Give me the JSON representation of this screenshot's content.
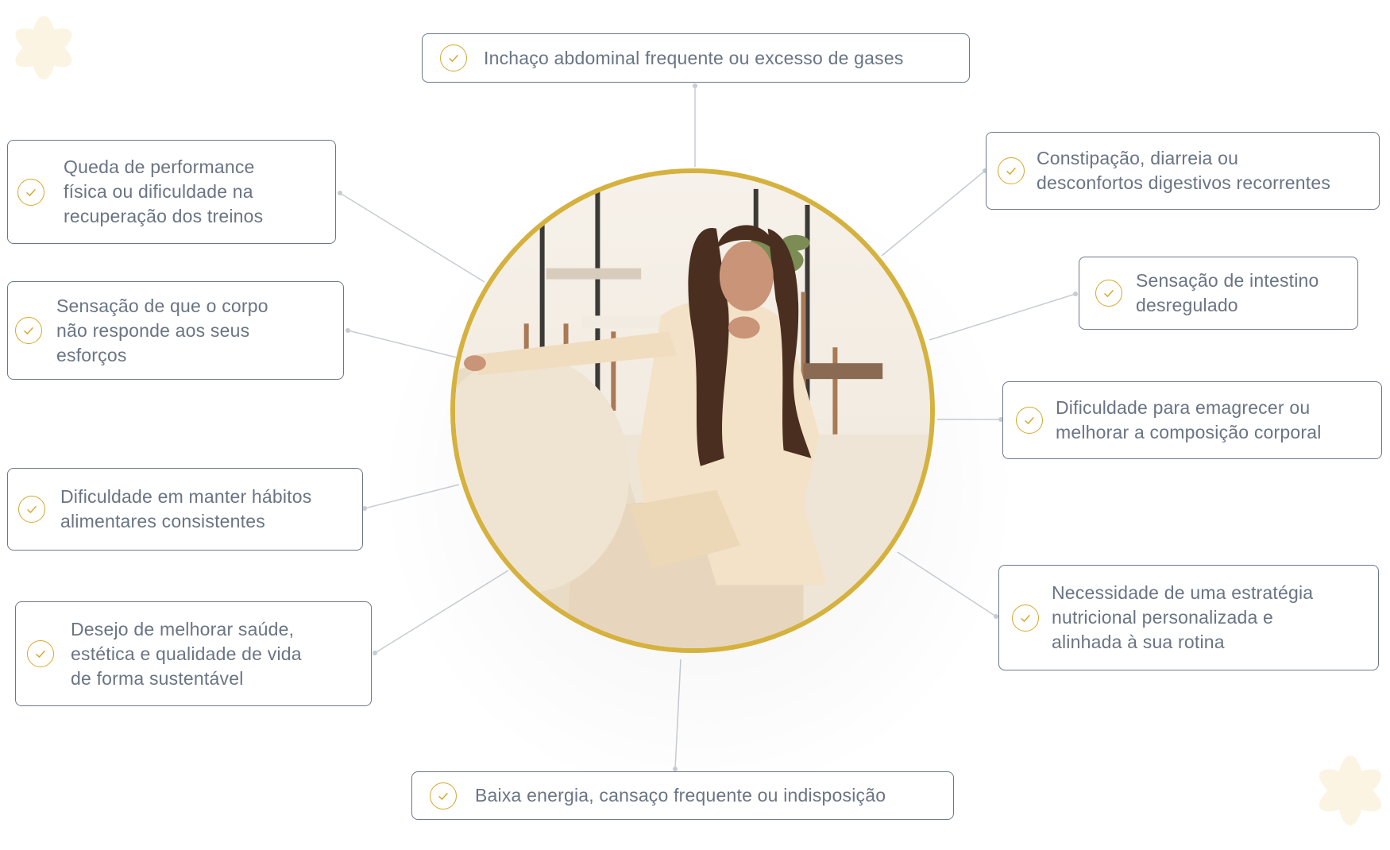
{
  "items": [
    {
      "text": "Inchaço abdominal frequente ou excesso de gases"
    },
    {
      "text": "Queda de performance\nfísica ou dificuldade na\nrecuperação dos treinos"
    },
    {
      "text": "Sensação de que o corpo\nnão responde aos seus\nesforços"
    },
    {
      "text": "Dificuldade em manter hábitos\nalimentares consistentes"
    },
    {
      "text": "Desejo de melhorar saúde,\nestética e qualidade de vida\nde forma sustentável"
    },
    {
      "text": "Baixa energia, cansaço frequente ou indisposição"
    },
    {
      "text": "Constipação, diarreia ou\ndesconfortos digestivos recorrentes"
    },
    {
      "text": "Sensação de intestino\ndesregulado"
    },
    {
      "text": "Dificuldade para emagrecer ou\nmelhorar a composição corporal"
    },
    {
      "text": "Necessidade de uma estratégia\nnutricional personalizada e\nalinhada à sua rotina"
    }
  ],
  "colors": {
    "accent_gold": "#d5b13e",
    "check_gold": "#d5a72b",
    "card_border": "#6b7888",
    "text": "#6a7483",
    "connector": "#c7ccd2"
  },
  "icons": {
    "check": "check-circle-icon",
    "decor": "flower-ornament-icon"
  }
}
